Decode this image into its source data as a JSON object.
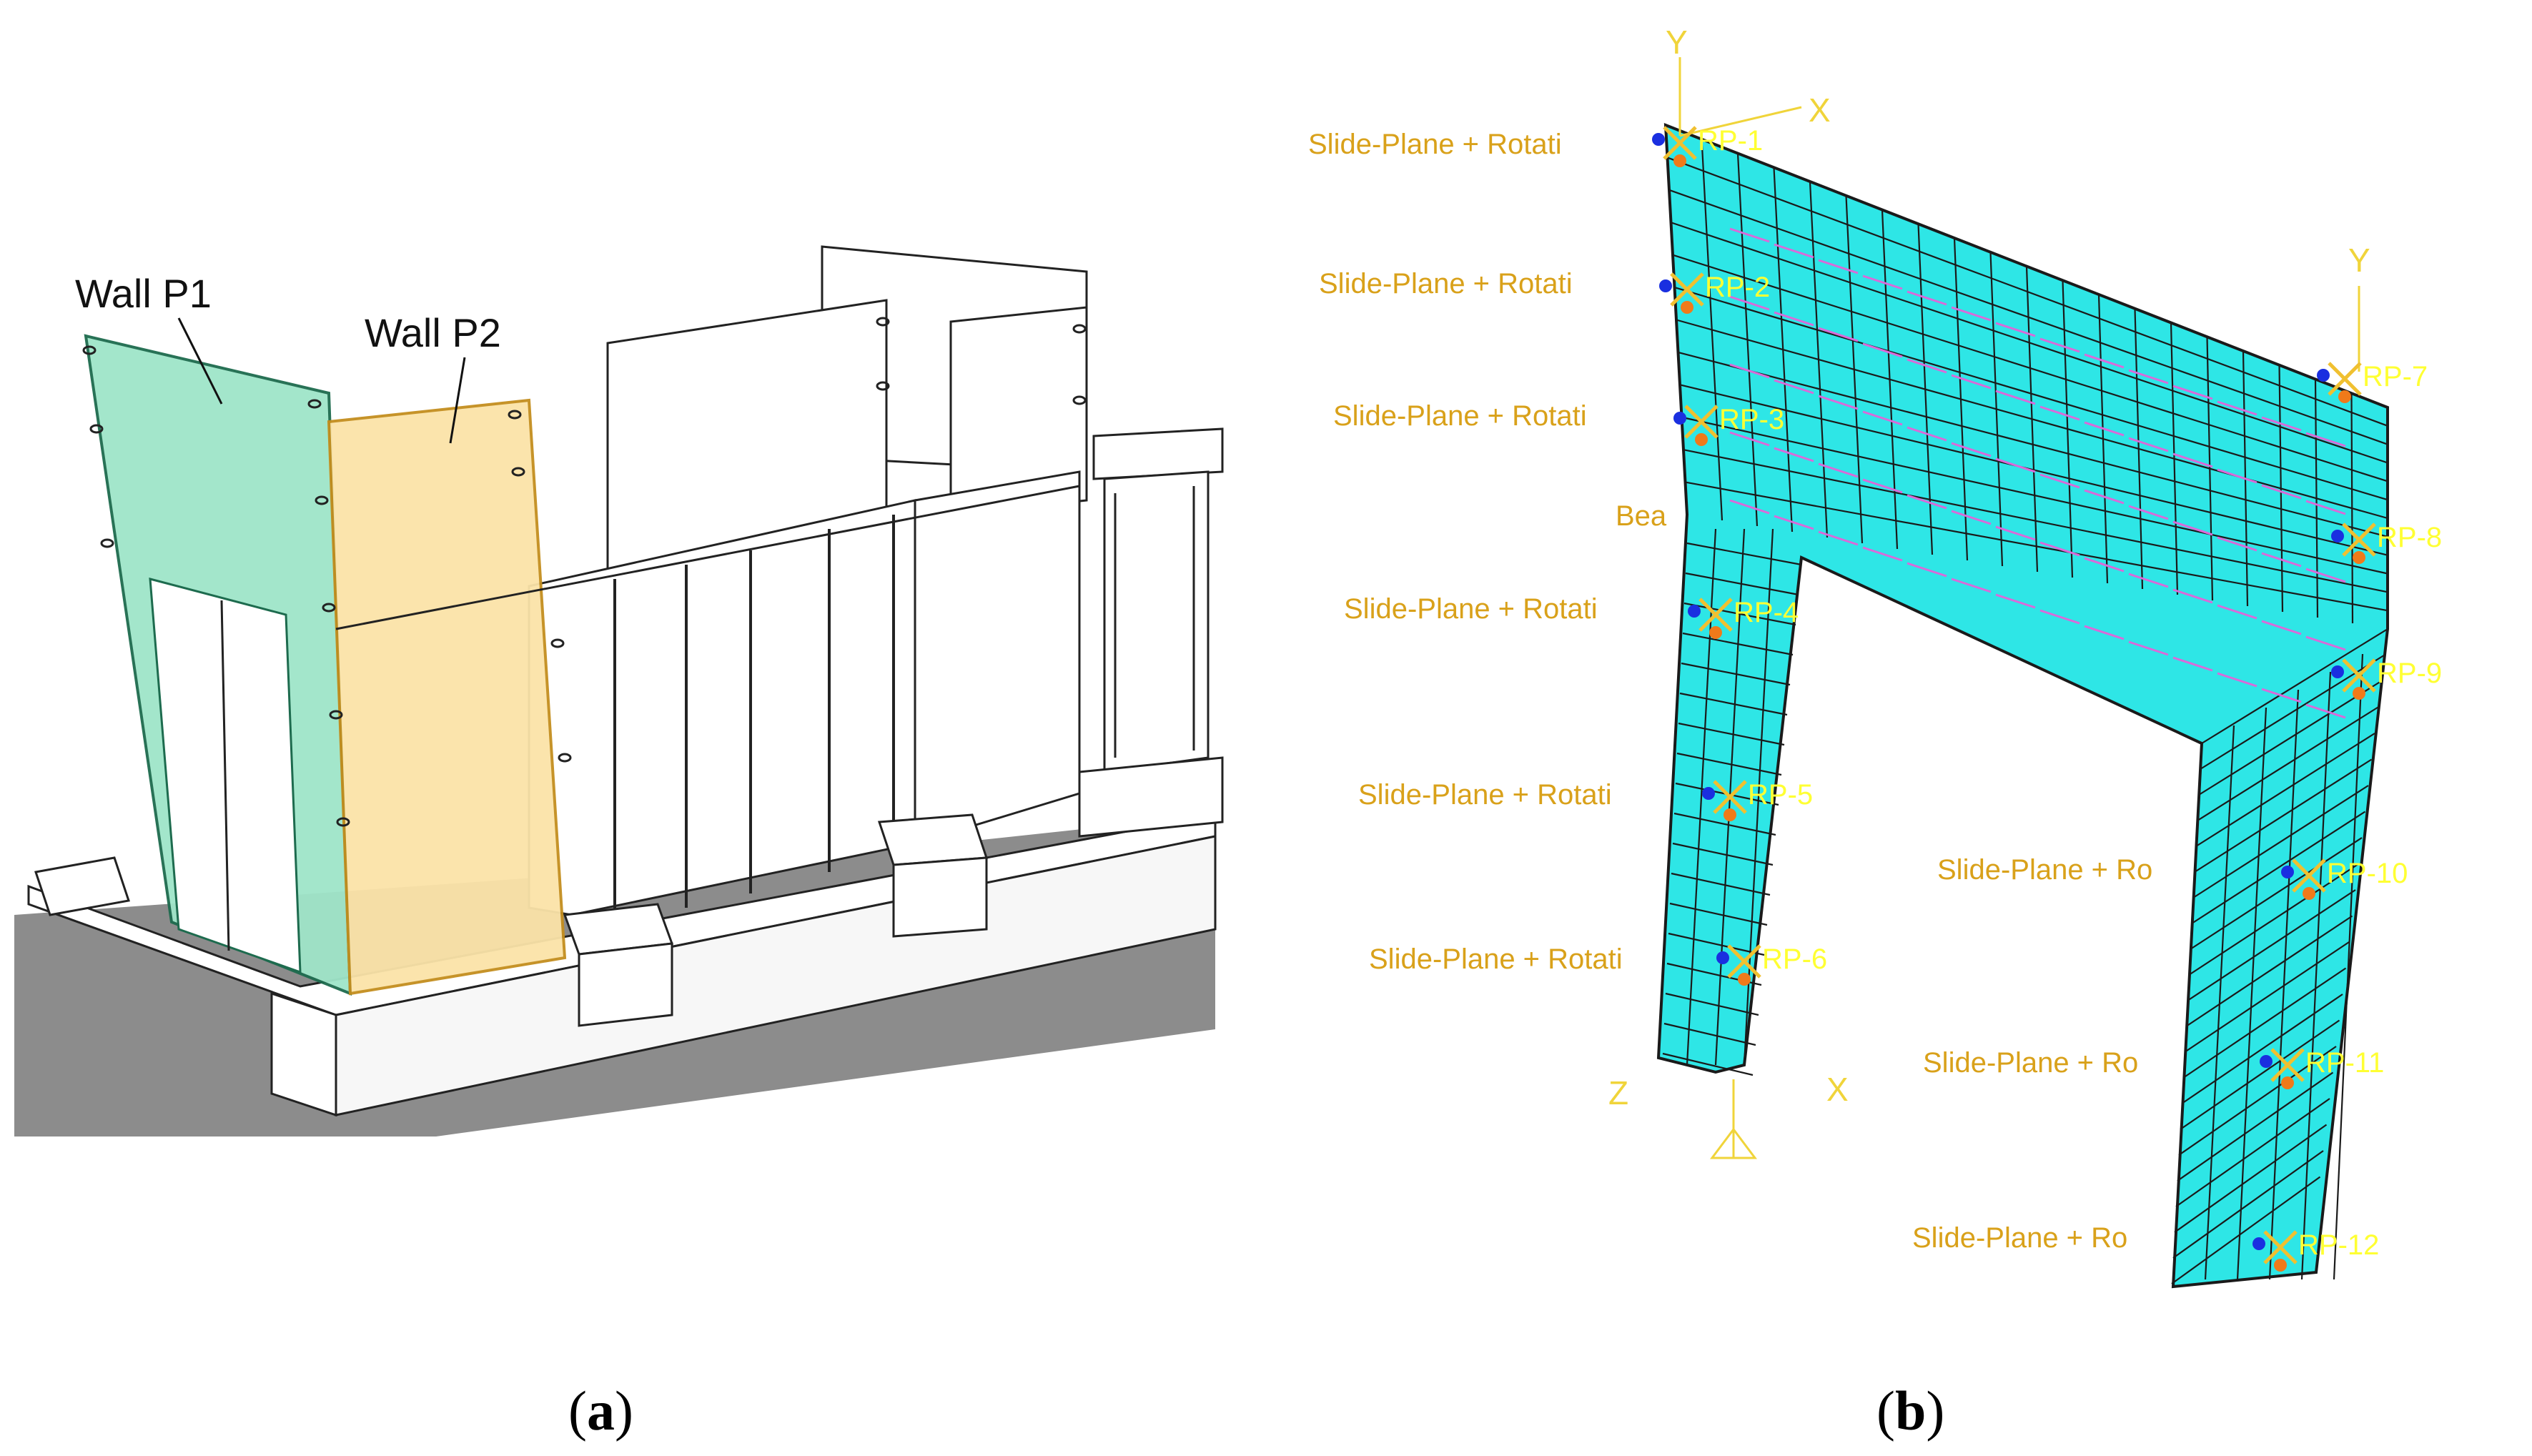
{
  "panel_a": {
    "label_open": "(",
    "label_letter": "a",
    "label_close": ")",
    "wall_labels": [
      "Wall P1",
      "Wall P2"
    ],
    "colors": {
      "wall_p1": "#9fe5c9",
      "wall_p2": "#fbe3a8",
      "ground": "#8c8c8c"
    }
  },
  "panel_b": {
    "label_open": "(",
    "label_letter": "b",
    "label_close": ")",
    "bc_labels_left": [
      "Slide-Plane + Rotati",
      "Slide-Plane + Rotati",
      "Slide-Plane + Rotati",
      "Slide-Plane + Rotati",
      "Slide-Plane + Rotati",
      "Slide-Plane + Rotati"
    ],
    "bc_labels_right": [
      "Slide-Plane + Ro",
      "Slide-Plane + Ro",
      "Slide-Plane + Ro"
    ],
    "beam_label": "Bea",
    "rp_labels": [
      "RP-1",
      "RP-2",
      "RP-3",
      "RP-4",
      "RP-5",
      "RP-6",
      "RP-7",
      "RP-8",
      "RP-9",
      "RP-10",
      "RP-11",
      "RP-12"
    ],
    "axis_letters": {
      "y": "Y",
      "x": "X",
      "z": "Z"
    },
    "colors": {
      "mesh": "#2ee6e6",
      "mesh_lines": "#1a1a1a",
      "bc": "#d9a11a",
      "rp": "#ffff33",
      "load": "#d96ad9",
      "node": "#1a2fe0"
    }
  }
}
